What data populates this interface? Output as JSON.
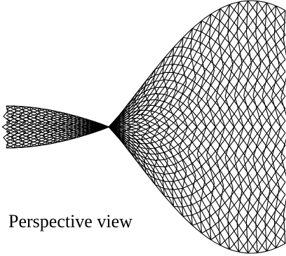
{
  "caption": "Perspective view",
  "colors": {
    "line": "#000000",
    "background": "#ffffff"
  },
  "surface": {
    "description_type": "wireframe-diamond-lattice",
    "left_lobe": {
      "rows": 13
    },
    "right_lobe": {
      "rows": 19
    }
  }
}
